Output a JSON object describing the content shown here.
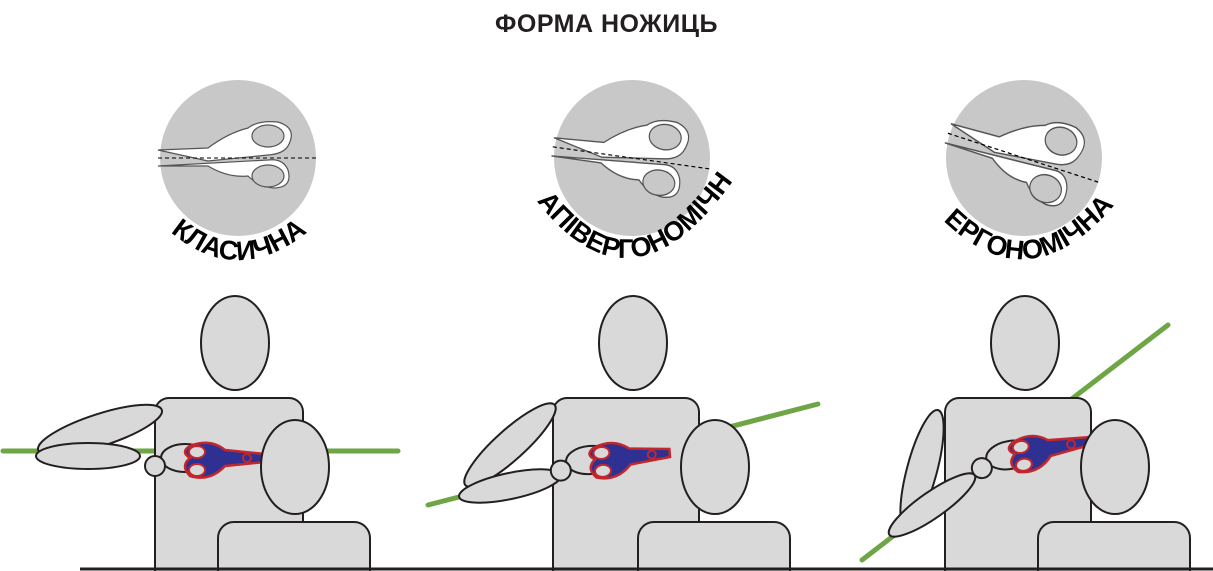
{
  "title": "ФОРМА НОЖИЦЬ",
  "panels": [
    {
      "label": "КЛАСИЧНА"
    },
    {
      "label": "НАПІВЕРГОНОМІЧНА"
    },
    {
      "label": "ЕРГОНОМІЧНА"
    }
  ],
  "colors": {
    "guide_line": "#6ea646",
    "scissors_fill": "#2e3192",
    "scissors_outline": "#c1272d",
    "figure": "#d9d9d9",
    "circle": "#c8c8c8"
  }
}
